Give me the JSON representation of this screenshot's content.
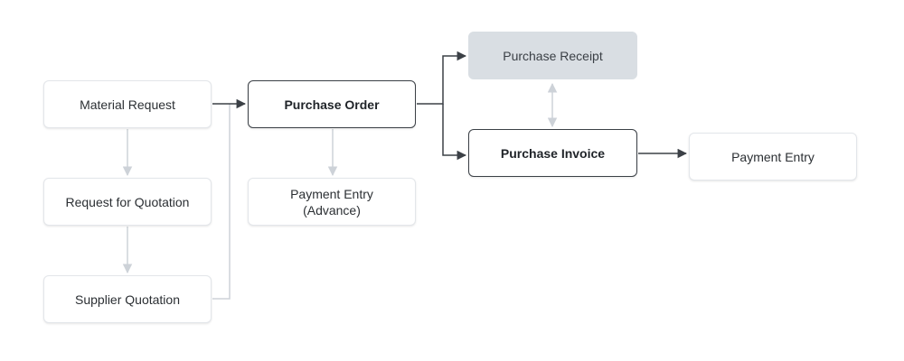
{
  "nodes": {
    "material_request": "Material Request",
    "request_for_quotation": "Request for Quotation",
    "supplier_quotation": "Supplier Quotation",
    "purchase_order": "Purchase Order",
    "payment_entry_advance_line1": "Payment Entry",
    "payment_entry_advance_line2": "(Advance)",
    "purchase_receipt": "Purchase Receipt",
    "purchase_invoice": "Purchase Invoice",
    "payment_entry": "Payment Entry"
  },
  "colors": {
    "primary_edge": "#3b4046",
    "secondary_edge": "#cdd2d8",
    "muted_node_fill": "#d9dee3",
    "node_border": "#e3e6ea"
  }
}
